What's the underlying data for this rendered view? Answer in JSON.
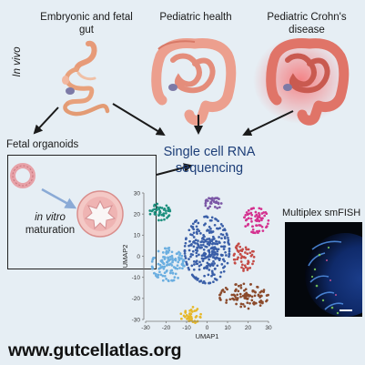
{
  "labels": {
    "embryonic": "Embryonic and fetal gut",
    "pediatric": "Pediatric health",
    "crohns": "Pediatric Crohn's disease",
    "in_vivo": "In vivo",
    "fetal_organoids": "Fetal organoids",
    "in_vitro": "in vitro",
    "maturation": "maturation",
    "scrna": "Single cell RNA sequencing",
    "smfish": "Multiplex smFISH",
    "url": "www.gutcellatlas.org"
  },
  "colors": {
    "background": "#e6eef4",
    "navy": "#1d3e78",
    "cluster_teal": "#1b8f7d",
    "cluster_purple": "#7b57a6",
    "cluster_magenta": "#d4318f",
    "cluster_lightblue": "#6aaee0",
    "cluster_blue": "#3a5fa8",
    "cluster_red": "#c44a45",
    "cluster_brown": "#8b4a2b",
    "cluster_yellow": "#e6b82a"
  },
  "chart_data": {
    "type": "scatter",
    "xlabel": "UMAP1",
    "ylabel": "UMAP2",
    "xlim": [
      -30,
      30
    ],
    "ylim": [
      -30,
      30
    ],
    "xticks": [
      -30,
      -20,
      -10,
      0,
      10,
      20,
      30
    ],
    "yticks": [
      -30,
      -20,
      -10,
      0,
      10,
      20,
      30
    ],
    "clusters": [
      {
        "color": "#1b8f7d",
        "cx": -23,
        "cy": 21,
        "rx": 5,
        "ry": 4,
        "n": 45
      },
      {
        "color": "#7b57a6",
        "cx": 3,
        "cy": 25,
        "rx": 4,
        "ry": 3,
        "n": 35
      },
      {
        "color": "#d4318f",
        "cx": 24,
        "cy": 17,
        "rx": 6,
        "ry": 6,
        "n": 70
      },
      {
        "color": "#6aaee0",
        "cx": -19,
        "cy": -4,
        "rx": 8,
        "ry": 8,
        "n": 120
      },
      {
        "color": "#3a5fa8",
        "cx": 0,
        "cy": 3,
        "rx": 11,
        "ry": 16,
        "n": 300
      },
      {
        "color": "#c44a45",
        "cx": 18,
        "cy": 0,
        "rx": 5,
        "ry": 7,
        "n": 55
      },
      {
        "color": "#8b4a2b",
        "cx": 18,
        "cy": -19,
        "rx": 12,
        "ry": 6,
        "n": 100
      },
      {
        "color": "#e6b82a",
        "cx": -8,
        "cy": -28,
        "rx": 5,
        "ry": 4,
        "n": 45
      }
    ]
  }
}
